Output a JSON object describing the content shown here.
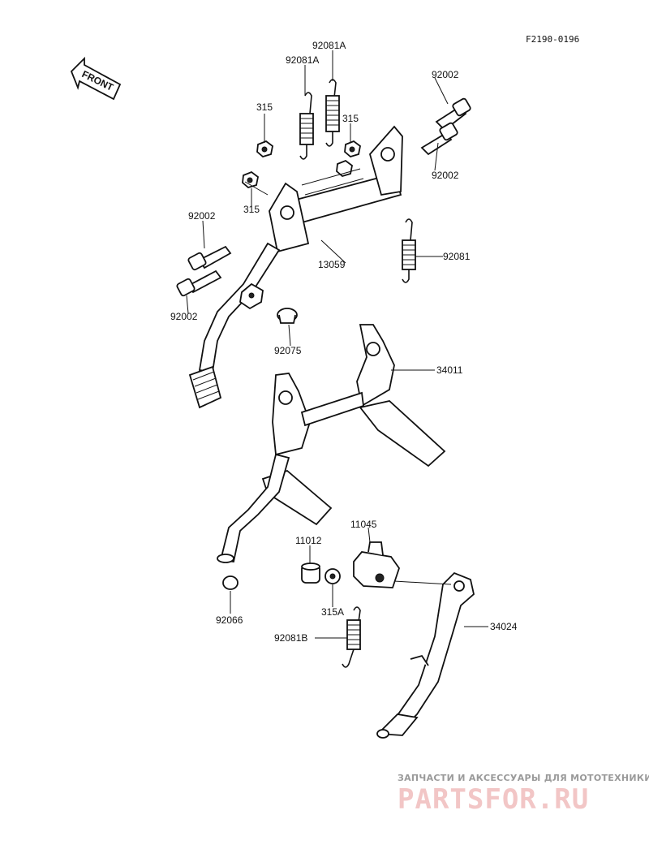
{
  "diagram": {
    "figure_code": "F2190-0196",
    "front_label": "FRONT",
    "callouts": {
      "c92081A_top": "92081A",
      "c92081A_left": "92081A",
      "c92002_tr1": "92002",
      "c92002_tr2": "92002",
      "c315_a": "315",
      "c315_b": "315",
      "c315_c": "315",
      "c92002_l1": "92002",
      "c92002_l2": "92002",
      "c13059": "13059",
      "c92081": "92081",
      "c92075": "92075",
      "c34011": "34011",
      "c11045": "11045",
      "c11012": "11012",
      "c92066": "92066",
      "c315A": "315A",
      "c92081B": "92081B",
      "c34024": "34024"
    }
  },
  "watermark": {
    "tagline": "ЗАПЧАСТИ И АКСЕССУАРЫ ДЛЯ МОТОТЕХНИКИ",
    "brand": "PARTSFOR.RU",
    "tagline_color": "#9a9a9a",
    "brand_color": "#f2c6c6"
  }
}
